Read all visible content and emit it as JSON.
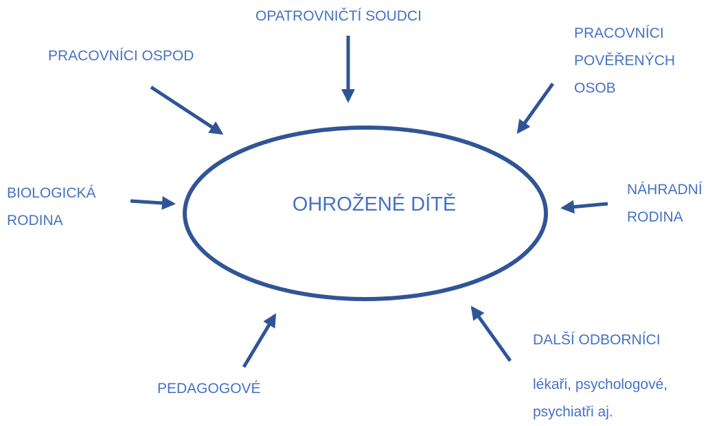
{
  "center": {
    "label": "OHROŽENÉ DÍTĚ"
  },
  "nodes": {
    "opatrovnicti_soudci": {
      "lines": [
        "OPATROVNIČTÍ SOUDCI"
      ]
    },
    "pracovnici_ospod": {
      "lines": [
        "PRACOVNÍCI OSPOD"
      ]
    },
    "pracovnici_poverenych_osob": {
      "lines": [
        "PRACOVNÍCI",
        "POVĚŘENÝCH",
        "OSOB"
      ]
    },
    "biologicka_rodina": {
      "lines": [
        "BIOLOGICKÁ",
        "RODINA"
      ]
    },
    "nahradni_rodina": {
      "lines": [
        "NÁHRADNÍ",
        "RODINA"
      ]
    },
    "pedagogove": {
      "lines": [
        "PEDAGOGOVÉ"
      ]
    },
    "dalsi_odbornici": {
      "lines": [
        "DALŠÍ ODBORNÍCI"
      ],
      "detail_lines": [
        "lékaři, psychologové,",
        "psychiatři aj."
      ]
    }
  },
  "colors": {
    "text": "#4472C4",
    "shapes": "#2F5597"
  }
}
